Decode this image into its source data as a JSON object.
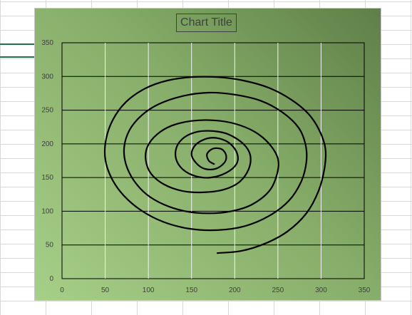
{
  "chart_data": {
    "type": "scatter",
    "title": "Chart Title",
    "xlabel": "",
    "ylabel": "",
    "xlim": [
      0,
      350
    ],
    "ylim": [
      0,
      350
    ],
    "xticks": [
      0,
      50,
      100,
      150,
      200,
      250,
      300,
      350
    ],
    "yticks": [
      0,
      50,
      100,
      150,
      200,
      250,
      300,
      350
    ],
    "grid": true,
    "legend": "none",
    "series": [
      {
        "line_color": "#000000",
        "style": "smooth-line",
        "points": [
          [
            176,
            170
          ],
          [
            170,
            175
          ],
          [
            168,
            185
          ],
          [
            175,
            193
          ],
          [
            185,
            192
          ],
          [
            190,
            183
          ],
          [
            188,
            172
          ],
          [
            178,
            163
          ],
          [
            165,
            163
          ],
          [
            155,
            172
          ],
          [
            150,
            185
          ],
          [
            155,
            199
          ],
          [
            168,
            208
          ],
          [
            182,
            208
          ],
          [
            195,
            200
          ],
          [
            203,
            185
          ],
          [
            202,
            170
          ],
          [
            190,
            157
          ],
          [
            172,
            150
          ],
          [
            155,
            152
          ],
          [
            140,
            162
          ],
          [
            132,
            178
          ],
          [
            133,
            196
          ],
          [
            142,
            210
          ],
          [
            157,
            218
          ],
          [
            175,
            219
          ],
          [
            193,
            214
          ],
          [
            210,
            200
          ],
          [
            218,
            183
          ],
          [
            216,
            162
          ],
          [
            205,
            143
          ],
          [
            187,
            132
          ],
          [
            163,
            128
          ],
          [
            140,
            130
          ],
          [
            118,
            140
          ],
          [
            103,
            156
          ],
          [
            97,
            176
          ],
          [
            99,
            196
          ],
          [
            110,
            214
          ],
          [
            127,
            227
          ],
          [
            150,
            234
          ],
          [
            175,
            235
          ],
          [
            200,
            230
          ],
          [
            223,
            218
          ],
          [
            240,
            200
          ],
          [
            250,
            178
          ],
          [
            249,
            155
          ],
          [
            240,
            130
          ],
          [
            220,
            110
          ],
          [
            196,
            100
          ],
          [
            170,
            97
          ],
          [
            143,
            100
          ],
          [
            118,
            110
          ],
          [
            98,
            125
          ],
          [
            83,
            146
          ],
          [
            74,
            170
          ],
          [
            72,
            195
          ],
          [
            78,
            220
          ],
          [
            92,
            242
          ],
          [
            112,
            259
          ],
          [
            140,
            271
          ],
          [
            170,
            276
          ],
          [
            200,
            273
          ],
          [
            230,
            264
          ],
          [
            255,
            247
          ],
          [
            274,
            224
          ],
          [
            282,
            199
          ],
          [
            283,
            173
          ],
          [
            277,
            144
          ],
          [
            263,
            116
          ],
          [
            241,
            94
          ],
          [
            212,
            78
          ],
          [
            180,
            72
          ],
          [
            148,
            74
          ],
          [
            118,
            84
          ],
          [
            92,
            101
          ],
          [
            71,
            124
          ],
          [
            57,
            150
          ],
          [
            50,
            178
          ],
          [
            51,
            207
          ],
          [
            59,
            236
          ],
          [
            74,
            262
          ],
          [
            96,
            282
          ],
          [
            122,
            294
          ],
          [
            150,
            299
          ],
          [
            180,
            299
          ],
          [
            210,
            294
          ],
          [
            240,
            283
          ],
          [
            265,
            266
          ],
          [
            285,
            245
          ],
          [
            298,
            220
          ],
          [
            305,
            193
          ],
          [
            304,
            164
          ],
          [
            297,
            130
          ],
          [
            283,
            97
          ],
          [
            261,
            70
          ],
          [
            235,
            52
          ],
          [
            207,
            41
          ],
          [
            180,
            38
          ]
        ]
      }
    ]
  }
}
